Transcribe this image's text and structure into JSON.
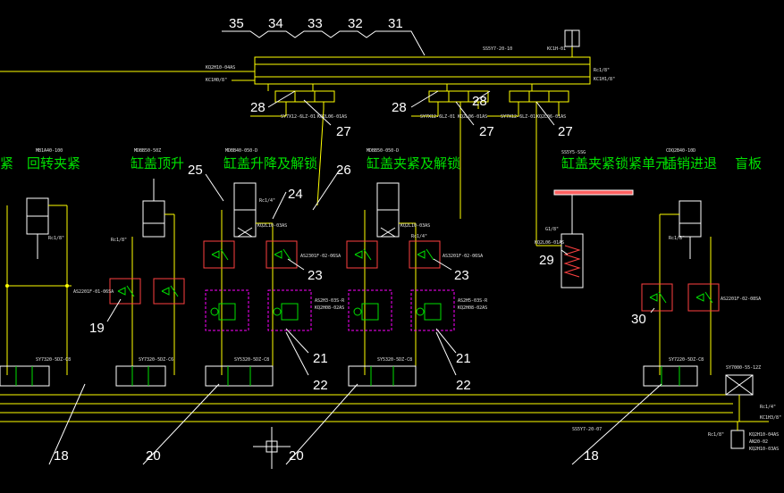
{
  "diagram": {
    "group_labels": [
      "紧",
      "回转夹紧",
      "缸盖顶升",
      "缸盖升降及解锁",
      "缸盖夹紧及解锁",
      "缸盖夹紧锁紧单元",
      "插销进退",
      "盲板"
    ],
    "callouts": {
      "c35": "35",
      "c34": "34",
      "c33": "33",
      "c32": "32",
      "c31": "31",
      "c28a": "28",
      "c27a": "27",
      "c28b": "28",
      "c28c": "28",
      "c27b": "27",
      "c27c": "27",
      "c25": "25",
      "c26": "26",
      "c24": "24",
      "c23a": "23",
      "c23b": "23",
      "c29": "29",
      "c19": "19",
      "c30": "30",
      "c21a": "21",
      "c22a": "22",
      "c21b": "21",
      "c22b": "22",
      "c18a": "18",
      "c20a": "20",
      "c20b": "20",
      "c18b": "18"
    },
    "small_labels": {
      "top_conn_left": "KQ2H10-04AS",
      "top_conn_left2": "KC1H0/8\"",
      "top_manifold_mid": "SS5Y7-20-10",
      "top_conn_right": "KC1H-01",
      "top_conn_right_b": "Rc1/8\"",
      "top_conn_right_c": "KC1H1/8\"",
      "sub_l": "SY7X12-6LZ-01",
      "sub_l2": "KQ2L06-01AS",
      "sub_m": "SY7X12-6LZ-01",
      "sub_m2": "KQ2L06-01AS",
      "sub_r": "SY7X12-6LZ-01",
      "sub_r2": "KQ2L06-01AS",
      "cyl1": "MB1A40-100",
      "cyl1b": "Rc1/8\"",
      "cyl2": "MDBB50-50Z",
      "cyl2b": "Rc1/8\"",
      "cyl3": "MDBB40-050-D",
      "cyl3b": "Rc1/4\"",
      "cyl3c": "KQ2L10-03AS",
      "cyl4": "MDBB50-050-D",
      "cyl4b": "KQ2L10-03AS",
      "cyl4c": "Rc1/4\"",
      "lock": "SS5Y5-SSG",
      "spring": "G1/8\"",
      "spring2": "KQ2L06-01AS",
      "cyl5": "CDQ2B40-10D",
      "cyl5b": "Rc1/8\"",
      "fv1": "AS2201F-01-06SA",
      "fv2": "AS2301F-02-06SA",
      "fv3": "AS3201F-02-06SA",
      "fv4": "AS2201F-02-08SA",
      "pv1": "AS2H3-03S-R",
      "pv1b": "KQ2H08-02AS",
      "pv2": "AS2H5-03S-R",
      "pv2b": "KQ2H08-02AS",
      "valve1": "SY7320-5DZ-C8",
      "valve2": "SY7320-5DZ-C6",
      "valve3": "SY5320-5DZ-C8",
      "valve4": "SY5320-5DZ-C8",
      "valve5": "SY7220-5DZ-C8",
      "bot_manifold": "SS5Y7-20-07",
      "bot_right": "SY7000-55-12Z",
      "bot_right2": "Rc1/4\"",
      "bot_right3": "KC1H3/8\"",
      "bot_fitting": "Rc1/8\"",
      "bot_f1": "KQ2H10-04AS",
      "bot_f2": "AN20-02",
      "bot_f3": "KQ2H10-03AS"
    }
  }
}
